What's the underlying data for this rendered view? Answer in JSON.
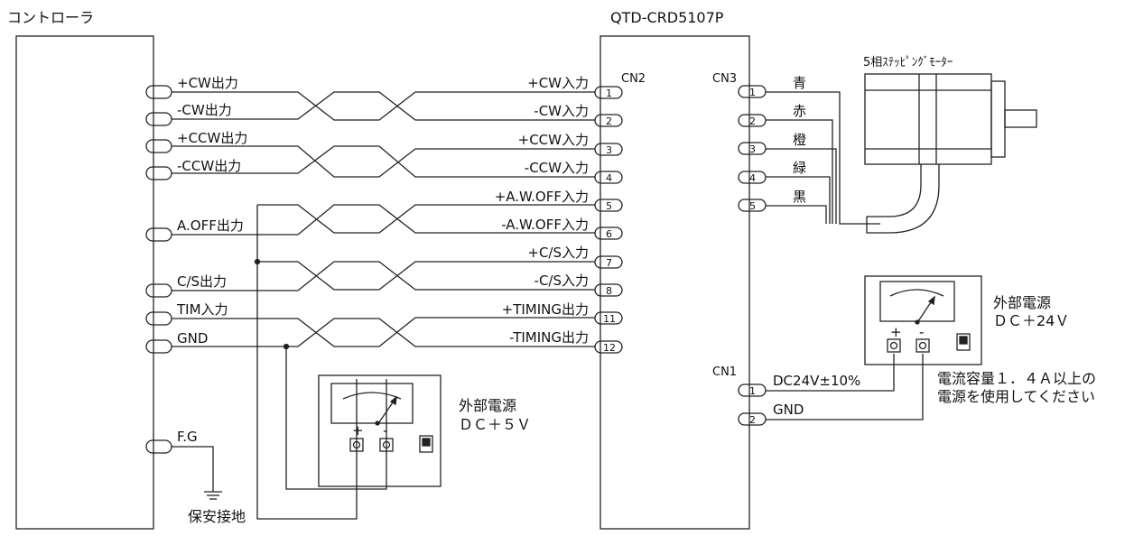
{
  "controller": {
    "title": "コントローラ",
    "signals": {
      "cw_plus": "+CW出力",
      "cw_minus": "-CW出力",
      "ccw_plus": "+CCW出力",
      "ccw_minus": "-CCW出力",
      "aoff": "A.OFF出力",
      "cs": "C/S出力",
      "tim": "TIM入力",
      "gnd": "GND",
      "fg": "F.G"
    },
    "ground_label": "保安接地"
  },
  "driver": {
    "title": "QTD-CRD5107P",
    "cn2": {
      "name": "CN2",
      "pins": [
        {
          "num": "1",
          "label": "+CW入力"
        },
        {
          "num": "2",
          "label": "-CW入力"
        },
        {
          "num": "3",
          "label": "+CCW入力"
        },
        {
          "num": "4",
          "label": "-CCW入力"
        },
        {
          "num": "5",
          "label": "+A.W.OFF入力"
        },
        {
          "num": "6",
          "label": "-A.W.OFF入力"
        },
        {
          "num": "7",
          "label": "+C/S入力"
        },
        {
          "num": "8",
          "label": "-C/S入力"
        },
        {
          "num": "11",
          "label": "+TIMING出力"
        },
        {
          "num": "12",
          "label": "-TIMING出力"
        }
      ]
    },
    "cn3": {
      "name": "CN3",
      "pins": [
        {
          "num": "1",
          "label": "青"
        },
        {
          "num": "2",
          "label": "赤"
        },
        {
          "num": "3",
          "label": "橙"
        },
        {
          "num": "4",
          "label": "緑"
        },
        {
          "num": "5",
          "label": "黒"
        }
      ]
    },
    "cn1": {
      "name": "CN1",
      "pins": [
        {
          "num": "1",
          "label": "DC24V±10%"
        },
        {
          "num": "2",
          "label": "GND"
        }
      ]
    }
  },
  "motor": {
    "title": "5相ｽﾃｯﾋﾟﾝｸﾞﾓｰﾀｰ"
  },
  "psu5": {
    "title": "外部電源",
    "voltage": "ＤＣ＋５Ｖ",
    "plus": "+",
    "minus": "-"
  },
  "psu24": {
    "title": "外部電源",
    "voltage": "ＤＣ＋24Ｖ",
    "plus": "+",
    "minus": "-",
    "note_line1": "電流容量１．４Ａ以上の",
    "note_line2": "電源を使用してください"
  }
}
